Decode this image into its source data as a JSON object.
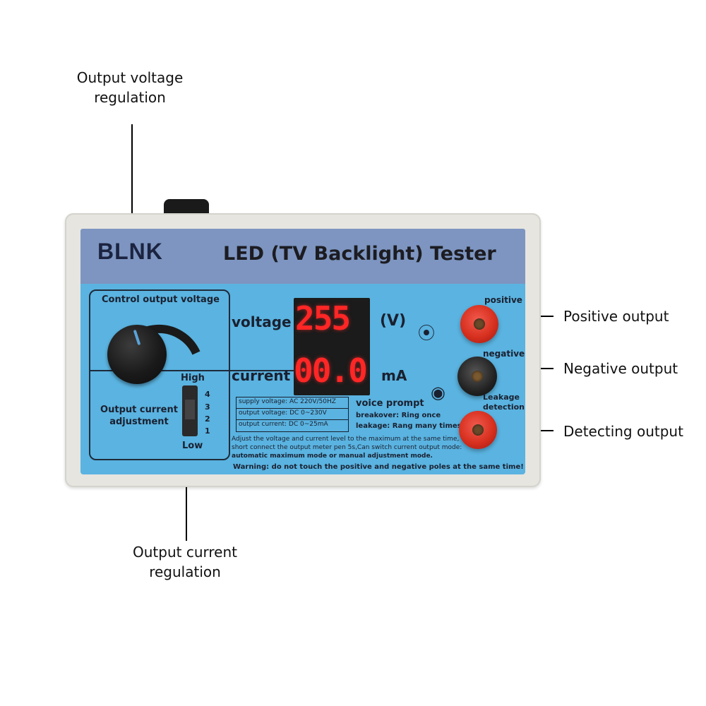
{
  "callouts": {
    "voltage_reg": [
      "Output voltage",
      "regulation"
    ],
    "positive": "Positive output",
    "negative": "Negative output",
    "detecting": "Detecting output",
    "current_reg": [
      "Output current",
      "regulation"
    ]
  },
  "device": {
    "brand": "BLNK",
    "title": "LED (TV Backlight) Tester",
    "control_label": "Control output voltage",
    "current_adjust": [
      "Output current",
      "adjustment"
    ],
    "high": "High",
    "low": "Low",
    "levels": [
      "4",
      "3",
      "2",
      "1"
    ],
    "voltage_label": "voltage",
    "voltage_value": "255",
    "voltage_unit": "(V)",
    "current_label": "current",
    "current_value": "00.0",
    "current_unit": "mA",
    "specs": [
      "supply voltage:  AC 220V/50HZ",
      "output voltage: DC 0~230V",
      "output current: DC 0~25mA"
    ],
    "voice_prompt": "voice prompt",
    "breakover": "breakover: Ring once",
    "leakage": "leakage: Rang many times",
    "notes": [
      "Adjust the voltage and current level to the maximum at the same time,",
      "short connect the output meter pen 5s,Can switch current output mode:",
      "automatic maximum mode or manual adjustment mode."
    ],
    "warning": "Warning: do not touch the positive and negative poles at the same time!",
    "positive_label": "positive",
    "negative_label": "negative",
    "leakage_detection": [
      "Leakage",
      "detection"
    ]
  },
  "colors": {
    "panel": "#5ab3e0",
    "header": "#7d95c0",
    "display_led": "#ff2626",
    "terminal_red": "#d7301f"
  },
  "icons": [
    "wifi-signal-icon",
    "speaker-icon"
  ]
}
